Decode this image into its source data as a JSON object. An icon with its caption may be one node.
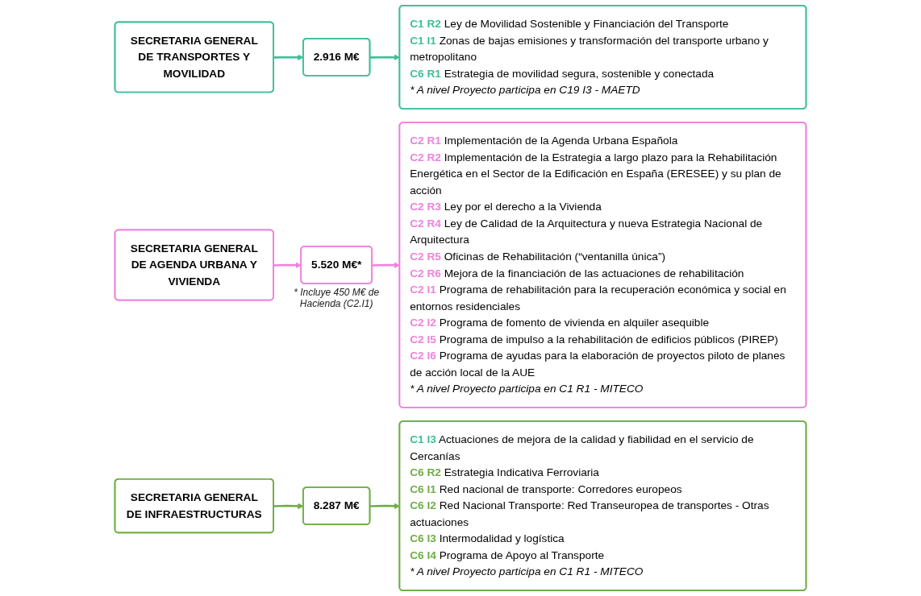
{
  "diagram": {
    "nodes": [
      {
        "text": [
          "SECRETARIA GENERAL DE TRANSPORTES Y MOVILIDAD"
        ]
      },
      {
        "text": [
          "2.916 M€"
        ]
      },
      {
        "text": [
          "**C1 R2** Ley de Movilidad Sostenible y Financiación del Transporte",
          "**C1 I1** Zonas de bajas emisiones y transformación del transporte urbano y metropolitano",
          "**C6 R1** Estrategia de movilidad segura, sostenible y conectada",
          "* A nivel Proyecto participa en C19 I3 - MAETD"
        ]
      },
      {
        "text": [
          "SECRETARIA GENERAL DE AGENDA URBANA Y VIVIENDA"
        ]
      },
      {
        "text": [
          "5.520 M€*"
        ],
        "beside": [
          "* Incluye 450 M€ de Hacienda (C2.I1)"
        ]
      },
      {
        "text": [
          "**C2 R1** Implementación de la Agenda Urbana Española",
          "**C2 R2** Implementación de la Estrategia a largo plazo para la Rehabilitación Energética en el Sector de la Edificación en España (ERESEE) y su plan de acción",
          "**C2 R3** Ley por el derecho a la Vivienda",
          "**C2 R4** Ley de Calidad de la Arquitectura y nueva Estrategia Nacional de Arquitectura",
          "**C2 R5** Oficinas de Rehabilitación (“ventanilla única”)",
          "**C2 R6** Mejora de la financiación de las actuaciones de rehabilitación",
          "**C2 I1** Programa de rehabilitación para la recuperación económica y social en entornos residenciales",
          "**C2 I2** Programa de fomento de vivienda en alquiler asequible",
          "**C2 I5** Programa de impulso a la rehabilitación de edificios públicos (PIREP)",
          "**C2 I6** Programa de ayudas para la elaboración de proyectos piloto de planes de acción local de la AUE",
          "* A nivel Proyecto participa en C1 R1 - MITECO"
        ]
      },
      {
        "text": [
          "SECRETARIA GENERAL DE INFRAESTRUCTURAS"
        ]
      },
      {
        "text": [
          "8.287 M€"
        ]
      },
      {
        "text": [
          "**C1 I3** Actuaciones de mejora de la calidad y fiabilidad en el servicio de Cercanías",
          "**C6 R2** Estrategia Indicativa Ferroviaria",
          "**C6 I1** Red nacional de transporte: Corredores europeos",
          "**C6 I2** Red Nacional Transporte: Red Transeuropea de transportes - Otras actuaciones",
          "**C6 I3** Intermodalidad y logística",
          "**C6 I4** Programa de Apoyo al Transporte",
          "* A nivel Proyecto participa en C1 R1 - MITECO"
        ]
      }
    ],
    "edges": [
      {
        "from": 0,
        "to": 1,
        "arrow": "to",
        "color": "#3cbf9a"
      },
      {
        "from": 1,
        "to": 2,
        "arrow": "to",
        "color": "#3cbf9a"
      },
      {
        "from": 3,
        "to": 4,
        "arrow": "to",
        "color": "#ee82dd"
      },
      {
        "from": 4,
        "to": 5,
        "arrow": "to",
        "color": "#ee82dd"
      },
      {
        "from": 6,
        "to": 7,
        "arrow": "to",
        "color": "#70ad47"
      },
      {
        "from": 7,
        "to": 8,
        "arrow": "to",
        "color": "#70ad47"
      }
    ]
  }
}
